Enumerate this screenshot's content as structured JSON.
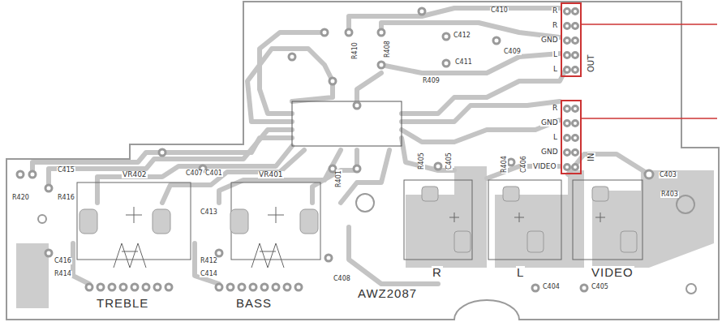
{
  "diagram": {
    "labels": [
      "R",
      "R",
      "GND",
      "L",
      "L",
      "OUT",
      "R",
      "GND",
      "L",
      "GND",
      "VIDEO",
      "IN",
      "C410",
      "C412",
      "C411",
      "C409",
      "R410",
      "R408",
      "R409",
      "R405",
      "C405",
      "R404",
      "C406",
      "C403",
      "R403",
      "C404",
      "C407",
      "R401",
      "C401",
      "VR401",
      "VR402",
      "C415",
      "R420",
      "R416",
      "C416",
      "R414",
      "C413",
      "R412",
      "C414",
      "C408",
      "TREBLE",
      "BASS",
      "AWZ2087",
      "R",
      "L",
      "VIDEO",
      "C405"
    ]
  }
}
